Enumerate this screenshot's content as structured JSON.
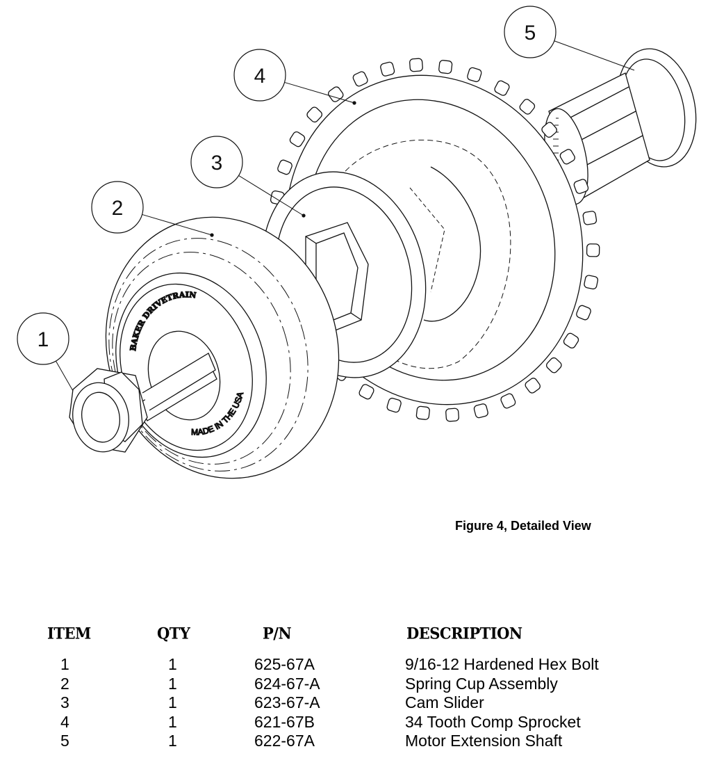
{
  "figure": {
    "caption": "Figure 4, Detailed View",
    "callouts": [
      {
        "number": "1",
        "part": "hex-bolt"
      },
      {
        "number": "2",
        "part": "spring-cup-assembly"
      },
      {
        "number": "3",
        "part": "cam-slider"
      },
      {
        "number": "4",
        "part": "sprocket"
      },
      {
        "number": "5",
        "part": "motor-extension-shaft"
      }
    ],
    "stamps": {
      "brand": "BAKER DRIVETRAIN",
      "origin": "MADE IN THE USA"
    }
  },
  "bom": {
    "headers": {
      "item": "ITEM",
      "qty": "QTY",
      "pn": "P/N",
      "description": "DESCRIPTION"
    },
    "rows": [
      {
        "item": "1",
        "qty": "1",
        "pn": "625-67A",
        "description": "9/16-12 Hardened Hex Bolt"
      },
      {
        "item": "2",
        "qty": "1",
        "pn": "624-67-A",
        "description": "Spring Cup Assembly"
      },
      {
        "item": "3",
        "qty": "1",
        "pn": "623-67-A",
        "description": "Cam Slider"
      },
      {
        "item": "4",
        "qty": "1",
        "pn": "621-67B",
        "description": "34 Tooth Comp Sprocket"
      },
      {
        "item": "5",
        "qty": "1",
        "pn": "622-67A",
        "description": "Motor Extension Shaft"
      }
    ]
  }
}
